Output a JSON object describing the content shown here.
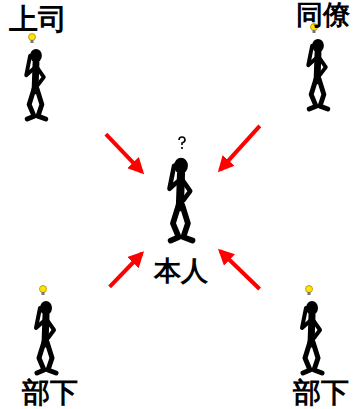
{
  "diagram": {
    "nodes": [
      {
        "text": [
          "上司"
        ]
      },
      {
        "text": [
          "同僚"
        ]
      },
      {
        "text": [
          "本人"
        ]
      },
      {
        "text": [
          "部下"
        ]
      },
      {
        "text": [
          "部下"
        ]
      }
    ],
    "edges": [
      {
        "from": 0,
        "to": 2,
        "arrow": "to"
      },
      {
        "from": 1,
        "to": 2,
        "arrow": "to"
      },
      {
        "from": 3,
        "to": 2,
        "arrow": "to"
      },
      {
        "from": 4,
        "to": 2,
        "arrow": "to"
      }
    ]
  }
}
